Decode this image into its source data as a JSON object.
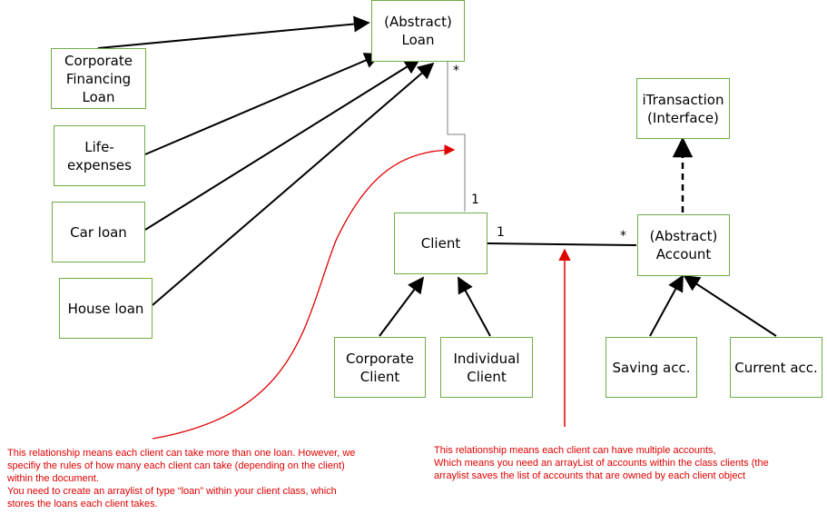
{
  "nodes": {
    "loan": {
      "lines": [
        "(Abstract)",
        "Loan"
      ]
    },
    "corporate_financing_loan": {
      "lines": [
        "Corporate",
        "Financing",
        "Loan"
      ]
    },
    "life_expenses": {
      "lines": [
        "Life-",
        "expenses"
      ]
    },
    "car_loan": {
      "lines": [
        "Car loan"
      ]
    },
    "house_loan": {
      "lines": [
        "House loan"
      ]
    },
    "client": {
      "lines": [
        "Client"
      ]
    },
    "corporate_client": {
      "lines": [
        "Corporate",
        "Client"
      ]
    },
    "individual_client": {
      "lines": [
        "Individual",
        "Client"
      ]
    },
    "account": {
      "lines": [
        "(Abstract)",
        "Account"
      ]
    },
    "itransaction": {
      "lines": [
        "iTransaction",
        "(Interface)"
      ]
    },
    "saving_acc": {
      "lines": [
        "Saving acc."
      ]
    },
    "current_acc": {
      "lines": [
        "Current acc."
      ]
    }
  },
  "multiplicities": {
    "loan_side": "*",
    "client_loan_side": "1",
    "client_account_side": "1",
    "account_side": "*"
  },
  "notes": {
    "loan_relationship": "This relationship means each client can take more than one loan. However, we\nspecifiy the rules of how many each client can take (depending on the client)\nwithin the document.\nYou need to create an arraylist of type “loan” within your client class, which\nstores the loans each client takes.",
    "account_relationship": "This relationship means each client can have multiple accounts,\nWhich means you need an arrayList of accounts within the class clients (the\narraylist saves the list of accounts that are owned by each client object"
  },
  "colors": {
    "box_border": "#70ad47",
    "line": "#000000",
    "annotation": "#e00000"
  }
}
